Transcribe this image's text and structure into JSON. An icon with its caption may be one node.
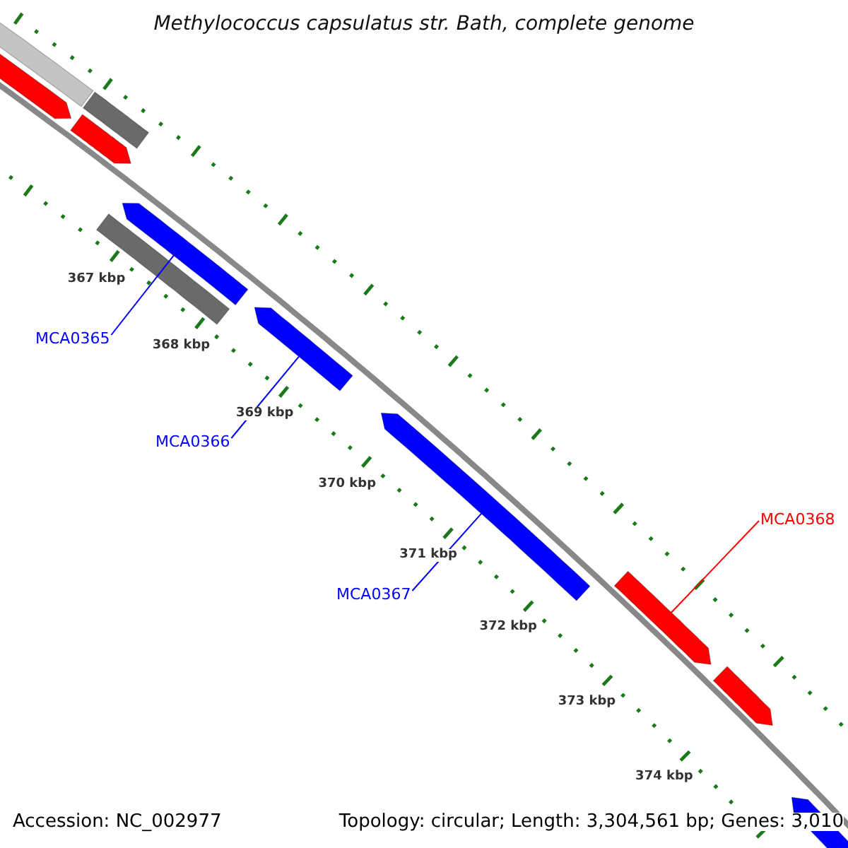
{
  "diagram": {
    "title": "Methylococcus capsulatus str. Bath, complete genome",
    "nodes": [
      {
        "text": [
          "MCA0365"
        ]
      },
      {
        "text": [],
        "shape": "bar"
      },
      {
        "text": [
          "MCA0366"
        ]
      },
      {
        "text": [],
        "shape": "bar"
      },
      {
        "text": [
          "MCA0367"
        ]
      },
      {
        "text": [],
        "shape": "bar"
      },
      {
        "text": [
          "MCA0368"
        ]
      },
      {
        "text": [],
        "shape": "bar"
      }
    ],
    "edges": [
      {
        "from": 0,
        "to": 1,
        "arrow": "none"
      },
      {
        "from": 2,
        "to": 3,
        "arrow": "none"
      },
      {
        "from": 4,
        "to": 5,
        "arrow": "none"
      },
      {
        "from": 6,
        "to": 7,
        "arrow": "none",
        "color": "#ff0000"
      }
    ],
    "labels": [
      "367 kbp",
      "368 kbp",
      "369 kbp",
      "370 kbp",
      "371 kbp",
      "372 kbp",
      "373 kbp",
      "374 kbp",
      "Accession: NC_002977",
      "Topology: circular; Length: 3,304,561 bp; Genes: 3,010"
    ]
  }
}
